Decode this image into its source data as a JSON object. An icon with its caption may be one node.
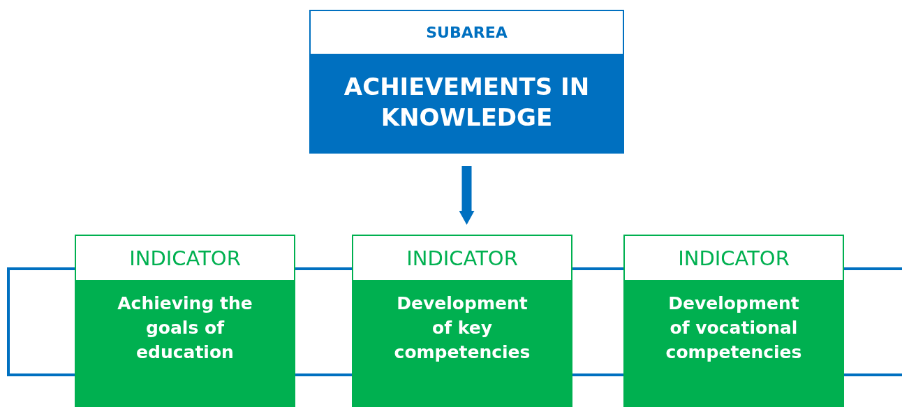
{
  "diagram": {
    "nodes": [
      {
        "text": [
          "SUBAREA",
          "ACHIEVEMENTS IN KNOWLEDGE"
        ]
      },
      {
        "text": [
          "INDICATOR",
          "Achieving the goals of education"
        ]
      },
      {
        "text": [
          "INDICATOR",
          "Development of key competencies"
        ]
      },
      {
        "text": [
          "INDICATOR",
          "Development of vocational competencies"
        ]
      }
    ],
    "edges": [
      {
        "from": 0,
        "to": 2,
        "arrow": "to"
      }
    ]
  }
}
